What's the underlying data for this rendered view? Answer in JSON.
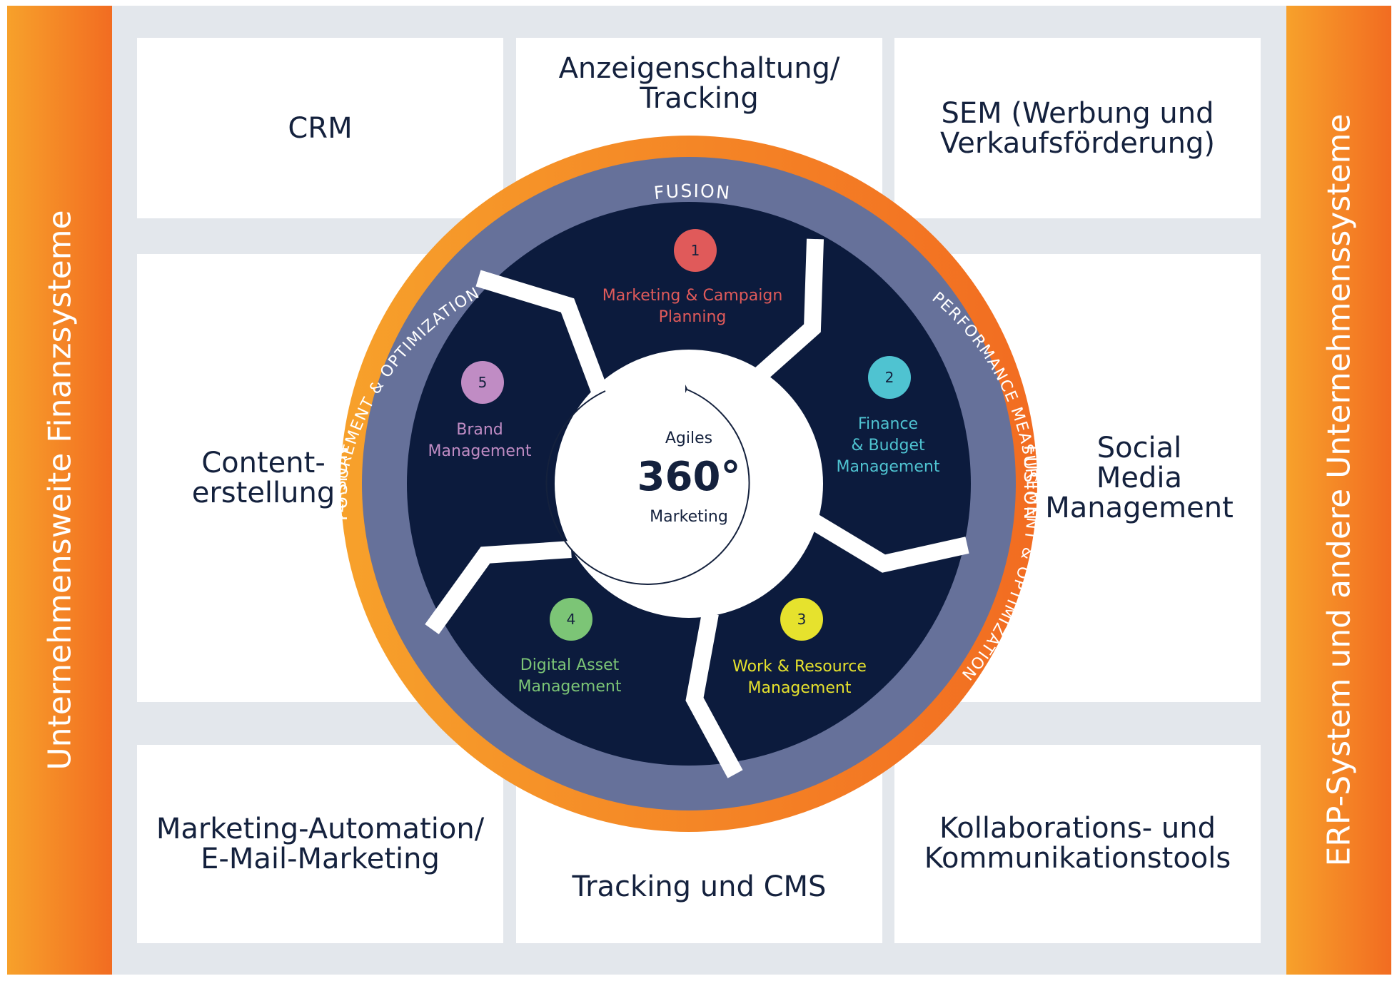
{
  "side_labels": {
    "left": "Unternehmensweite Finanzsysteme",
    "right": "ERP-System und andere Unternehmenssysteme"
  },
  "boxes": {
    "crm": "CRM",
    "anzeigen": "Anzeigenschaltung/\nTracking",
    "sem": "SEM (Werbung und\nVerkaufsförderung)",
    "content": "Content-\nerstellung",
    "social": "Social\nMedia\nManagement",
    "automation": "Marketing-Automation/\nE-Mail-Marketing",
    "tracking": "Tracking und CMS",
    "kollab": "Kollaborations- und\nKommunikationstools"
  },
  "ring": {
    "fusion": "FUSION",
    "pmo": "PERFORMANCE MEASUREMENT & OPTIMIZATION"
  },
  "center": {
    "top": "Agiles",
    "big": "360°",
    "bottom": "Marketing"
  },
  "segments": [
    {
      "number": "1",
      "line1": "Marketing & Campaign",
      "line2": "Planning",
      "color": "#e05a5a"
    },
    {
      "number": "2",
      "line1": "Finance",
      "line2": "& Budget",
      "line3": "Management",
      "color": "#4fc3d1"
    },
    {
      "number": "3",
      "line1": "Work & Resource",
      "line2": "Management",
      "color": "#e6e22d"
    },
    {
      "number": "4",
      "line1": "Digital Asset",
      "line2": "Management",
      "color": "#7cc576"
    },
    {
      "number": "5",
      "line1": "Brand",
      "line2": "Management",
      "color": "#c08cc4"
    }
  ],
  "colors": {
    "orange_light": "#f7a12b",
    "orange_dark": "#f26c21",
    "ring_blue": "#66719a",
    "navy": "#0c1b3d",
    "background_gray": "#e3e7ec"
  }
}
